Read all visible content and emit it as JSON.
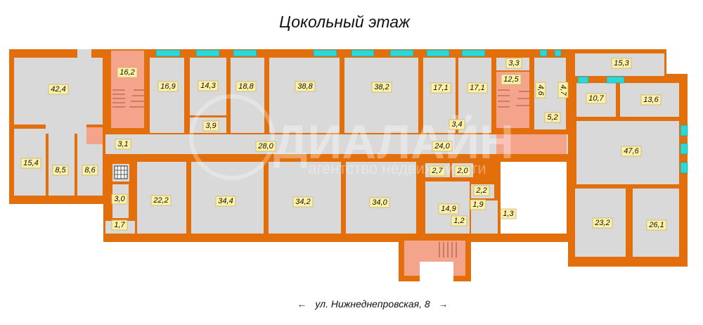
{
  "title": "Цокольный этаж",
  "street": {
    "label": "ул. Нижнеднепровская, 8",
    "left_arrow": "←",
    "right_arrow": "→"
  },
  "watermark": {
    "brand": "ДИАЛАЙН",
    "tagline": "агентство недвижимости"
  },
  "colors": {
    "walls": "#e36f0c",
    "floor": "#d9d9d9",
    "stairs": "#f5a48c",
    "windows": "#2fd6d6",
    "labels": "#fdf0a8"
  },
  "rooms": [
    "42,4",
    "16,2",
    "16,9",
    "14,3",
    "18,8",
    "38,8",
    "38,2",
    "17,1",
    "17,1",
    "3,3",
    "12,5",
    "4,6",
    "4,7",
    "5,2",
    "15,3",
    "10,7",
    "13,6",
    "3,9",
    "3,4",
    "3,1",
    "28,0",
    "24,0",
    "47,6",
    "15,4",
    "8,5",
    "8,6",
    "2,7",
    "2,0",
    "3,0",
    "22,2",
    "34,4",
    "34,2",
    "34,0",
    "2,2",
    "14,9",
    "1,9",
    "1,2",
    "1,3",
    "23,2",
    "26,1",
    "1,7"
  ]
}
